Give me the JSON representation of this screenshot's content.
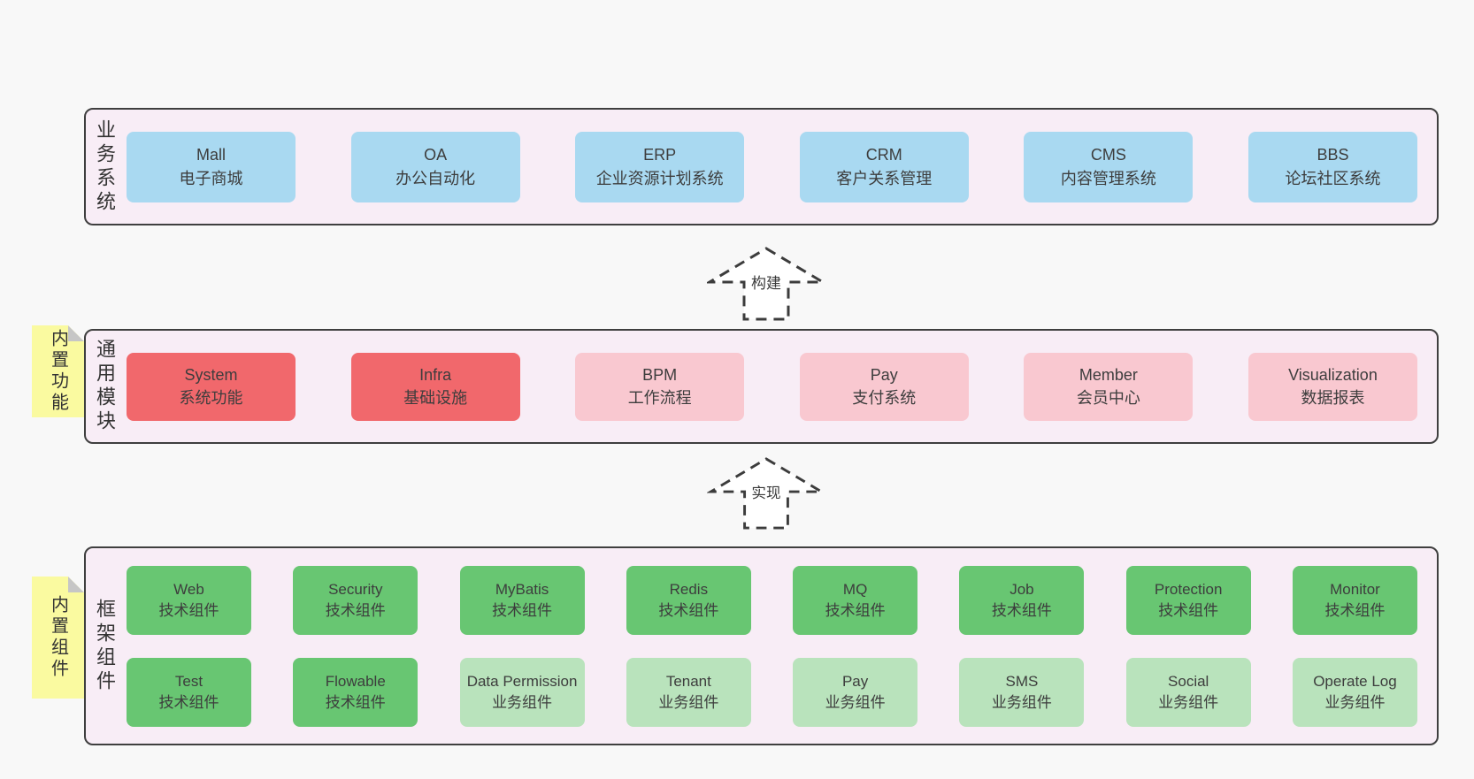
{
  "colors": {
    "page_bg": "#f8f8f8",
    "band_bg": "#f8edf6",
    "band_border": "#3f3f3f",
    "blue": "#a9d9f1",
    "red": "#f1686c",
    "pink": "#f9c8d0",
    "green": "#68c672",
    "light_green": "#b9e3bc",
    "note_yellow": "#fafaa0",
    "note_fold_gray": "#c6c6c6"
  },
  "arrows": [
    {
      "label": "构建"
    },
    {
      "label": "实现"
    }
  ],
  "bands": [
    {
      "label": "业务系统",
      "note": "",
      "rows": [
        [
          {
            "title": "Mall",
            "subtitle": "电子商城",
            "color": "blue"
          },
          {
            "title": "OA",
            "subtitle": "办公自动化",
            "color": "blue"
          },
          {
            "title": "ERP",
            "subtitle": "企业资源计划系统",
            "color": "blue"
          },
          {
            "title": "CRM",
            "subtitle": "客户关系管理",
            "color": "blue"
          },
          {
            "title": "CMS",
            "subtitle": "内容管理系统",
            "color": "blue"
          },
          {
            "title": "BBS",
            "subtitle": "论坛社区系统",
            "color": "blue"
          }
        ]
      ]
    },
    {
      "label": "通用模块",
      "note": "内置功能",
      "rows": [
        [
          {
            "title": "System",
            "subtitle": "系统功能",
            "color": "red"
          },
          {
            "title": "Infra",
            "subtitle": "基础设施",
            "color": "red"
          },
          {
            "title": "BPM",
            "subtitle": "工作流程",
            "color": "pink"
          },
          {
            "title": "Pay",
            "subtitle": "支付系统",
            "color": "pink"
          },
          {
            "title": "Member",
            "subtitle": "会员中心",
            "color": "pink"
          },
          {
            "title": "Visualization",
            "subtitle": "数据报表",
            "color": "pink"
          }
        ]
      ]
    },
    {
      "label": "框架组件",
      "note": "内置组件",
      "rows": [
        [
          {
            "title": "Web",
            "subtitle": "技术组件",
            "color": "green"
          },
          {
            "title": "Security",
            "subtitle": "技术组件",
            "color": "green"
          },
          {
            "title": "MyBatis",
            "subtitle": "技术组件",
            "color": "green"
          },
          {
            "title": "Redis",
            "subtitle": "技术组件",
            "color": "green"
          },
          {
            "title": "MQ",
            "subtitle": "技术组件",
            "color": "green"
          },
          {
            "title": "Job",
            "subtitle": "技术组件",
            "color": "green"
          },
          {
            "title": "Protection",
            "subtitle": "技术组件",
            "color": "green"
          },
          {
            "title": "Monitor",
            "subtitle": "技术组件",
            "color": "green"
          }
        ],
        [
          {
            "title": "Test",
            "subtitle": "技术组件",
            "color": "green"
          },
          {
            "title": "Flowable",
            "subtitle": "技术组件",
            "color": "green"
          },
          {
            "title": "Data Permission",
            "subtitle": "业务组件",
            "color": "light_green"
          },
          {
            "title": "Tenant",
            "subtitle": "业务组件",
            "color": "light_green"
          },
          {
            "title": "Pay",
            "subtitle": "业务组件",
            "color": "light_green"
          },
          {
            "title": "SMS",
            "subtitle": "业务组件",
            "color": "light_green"
          },
          {
            "title": "Social",
            "subtitle": "业务组件",
            "color": "light_green"
          },
          {
            "title": "Operate Log",
            "subtitle": "业务组件",
            "color": "light_green"
          }
        ]
      ]
    }
  ]
}
